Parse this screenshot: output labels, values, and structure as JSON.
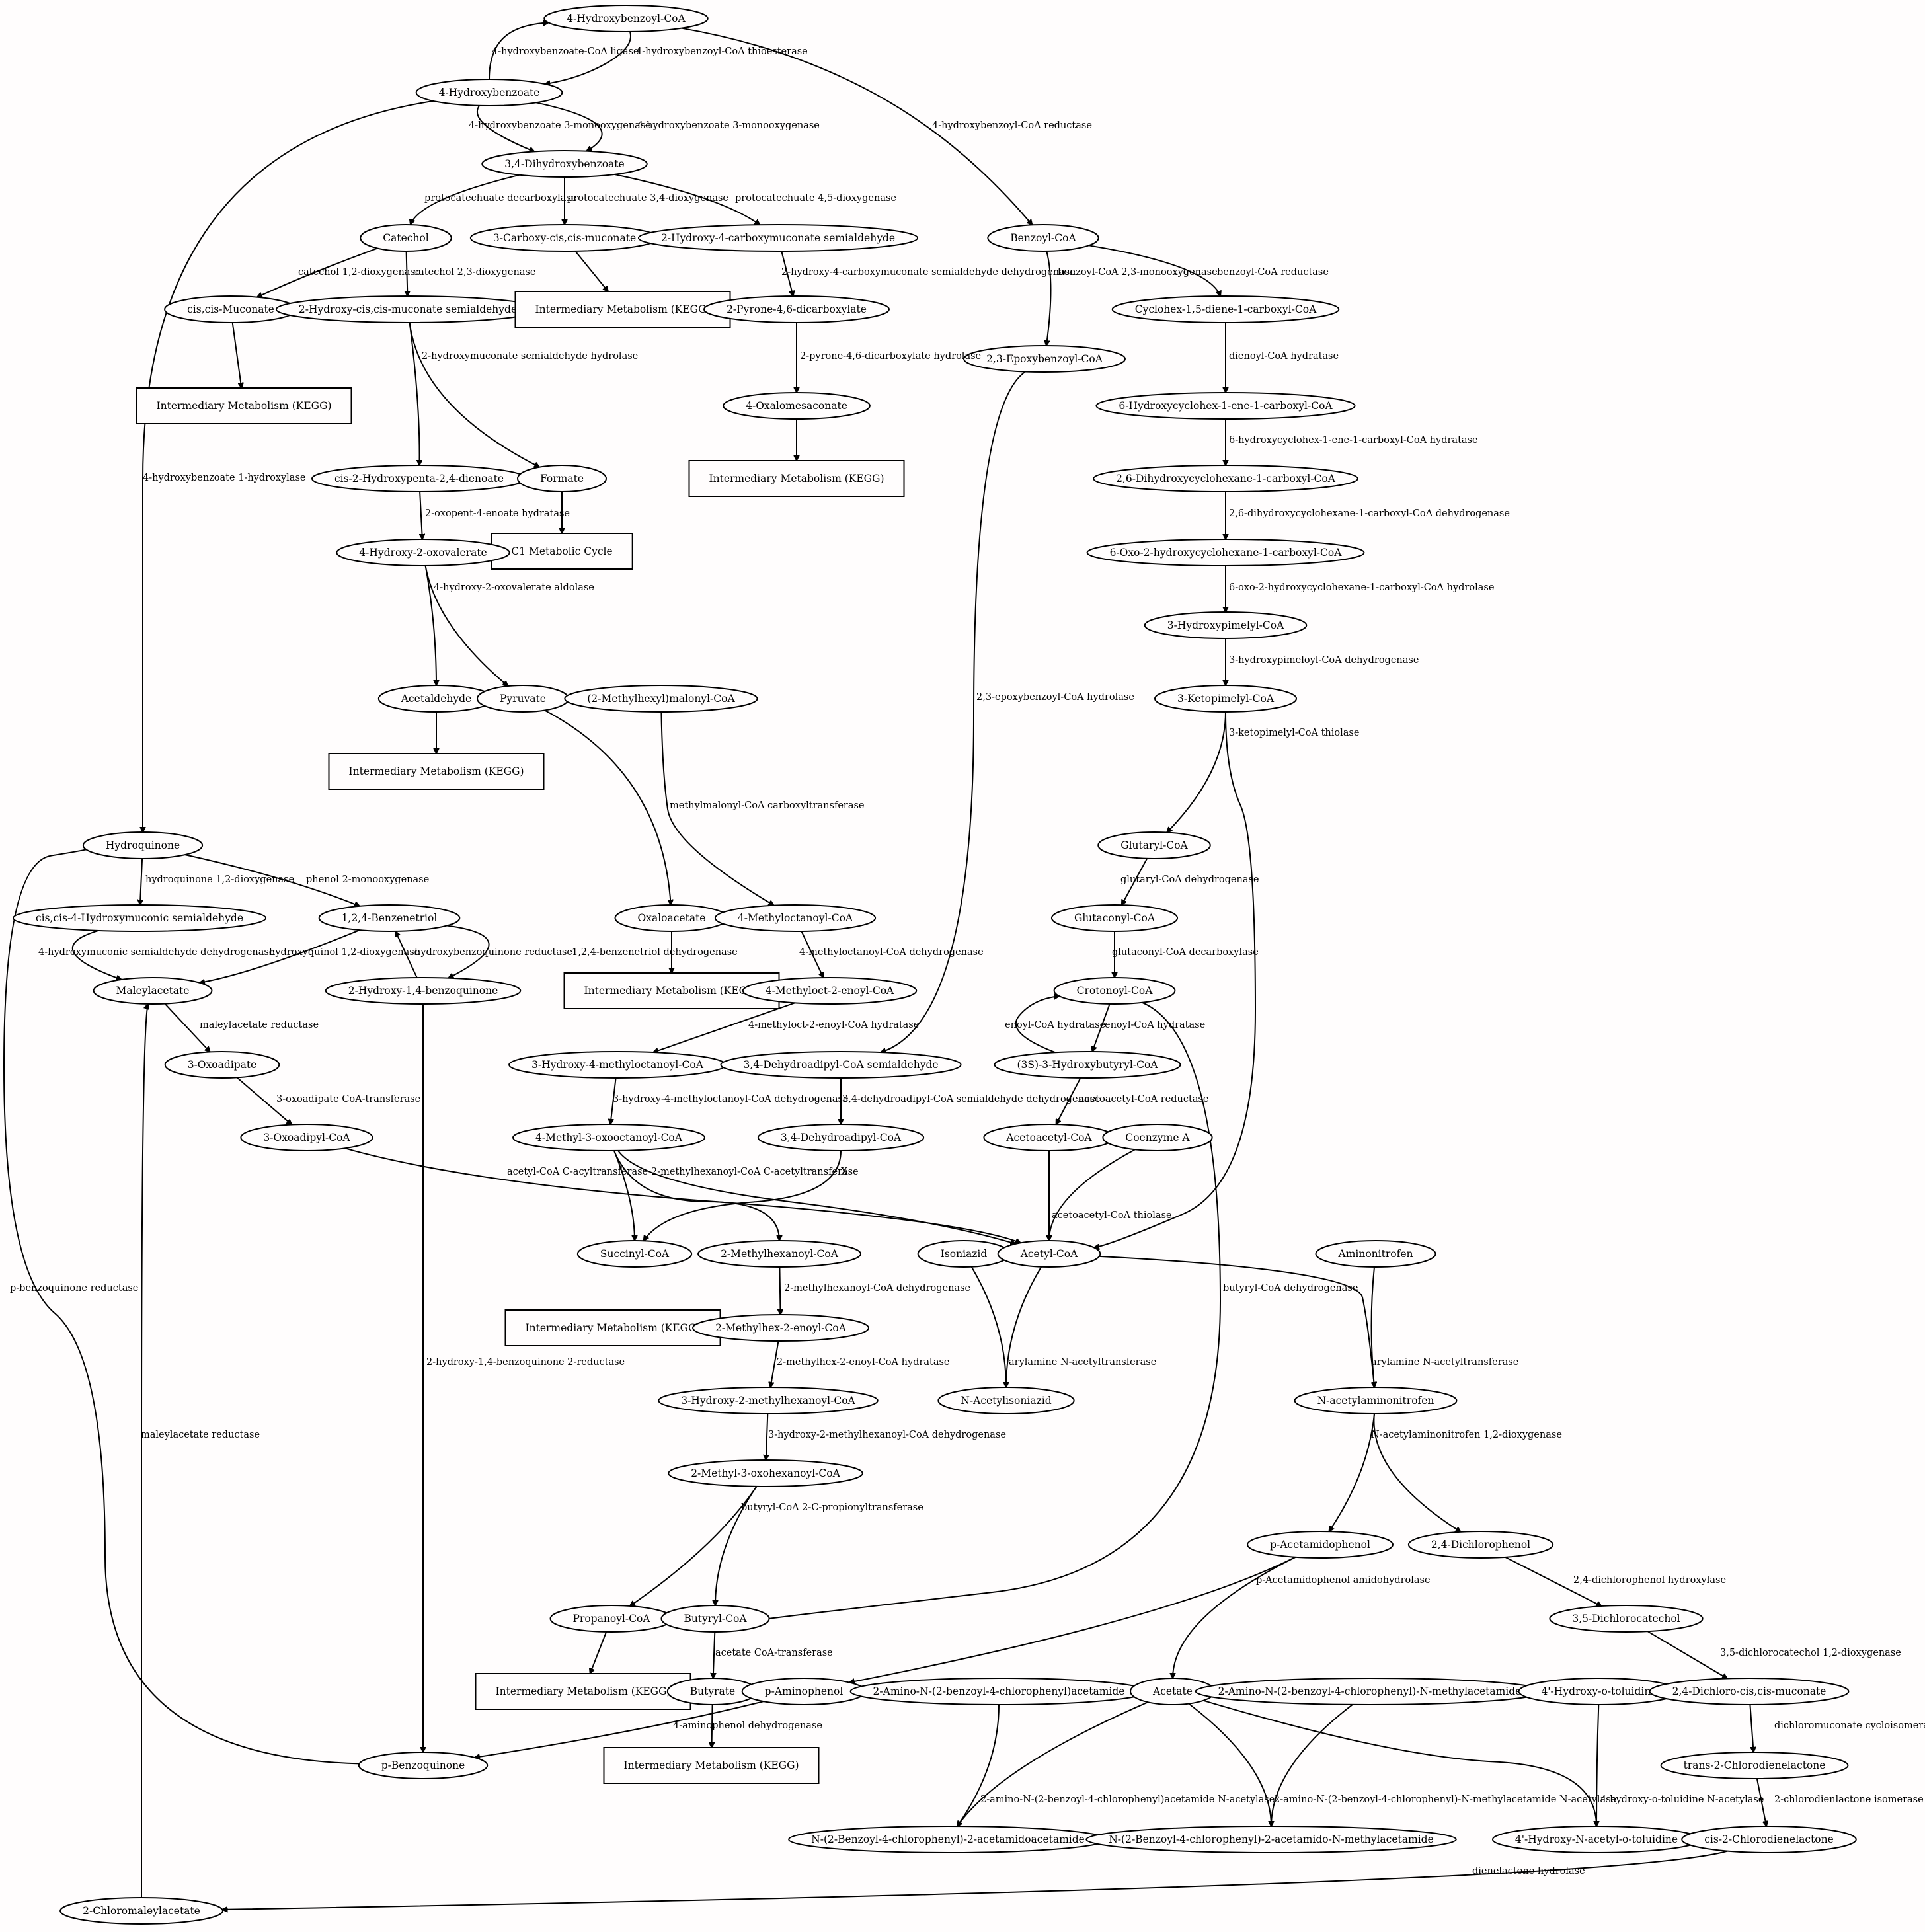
{
  "nodes": {
    "hbcoa": "4-Hydroxybenzoyl-CoA",
    "hb": "4-Hydroxybenzoate",
    "dhb": "3,4-Dihydroxybenzoate",
    "bcoa": "Benzoyl-CoA",
    "catechol": "Catechol",
    "ccm": "3-Carboxy-cis,cis-muconate",
    "hcms": "2-Hydroxy-4-carboxymuconate semialdehyde",
    "ccmuc": "cis,cis-Muconate",
    "hmsa": "2-Hydroxy-cis,cis-muconate semialdehyde",
    "im_ccm": "Intermediary Metabolism (KEGG)",
    "pdc": "2-Pyrone-4,6-dicarboxylate",
    "im_ccmuc": "Intermediary Metabolism (KEGG)",
    "oxm": "4-Oxalomesaconate",
    "im_oxm": "Intermediary Metabolism (KEGG)",
    "cis2hp": "cis-2-Hydroxypenta-2,4-dienoate",
    "formate": "Formate",
    "c1": "C1 Metabolic Cycle",
    "h2ov": "4-Hydroxy-2-oxovalerate",
    "acetaldehyde": "Acetaldehyde",
    "pyruvate": "Pyruvate",
    "mhmcoa": "(2-Methylhexyl)malonyl-CoA",
    "im_acald": "Intermediary Metabolism (KEGG)",
    "epox": "2,3-Epoxybenzoyl-CoA",
    "chdcoa": "Cyclohex-1,5-diene-1-carboxyl-CoA",
    "hchcoa": "6-Hydroxycyclohex-1-ene-1-carboxyl-CoA",
    "dhchcoa": "2,6-Dihydroxycyclohexane-1-carboxyl-CoA",
    "ohchcoa": "6-Oxo-2-hydroxycyclohexane-1-carboxyl-CoA",
    "hpcoa": "3-Hydroxypimelyl-CoA",
    "kpcoa": "3-Ketopimelyl-CoA",
    "hq": "Hydroquinone",
    "cchms": "cis,cis-4-Hydroxymuconic semialdehyde",
    "btriol": "1,2,4-Benzenetriol",
    "oaa": "Oxaloacetate",
    "moct": "4-Methyloctanoyl-CoA",
    "glutcoa": "Glutaryl-CoA",
    "glutacoa": "Glutaconyl-CoA",
    "mala": "Maleylacetate",
    "hbq": "2-Hydroxy-1,4-benzoquinone",
    "im_oaa": "Intermediary Metabolism (KEGG)",
    "moe": "4-Methyloct-2-enoyl-CoA",
    "crot": "Crotonoyl-CoA",
    "oxad": "3-Oxoadipate",
    "hmo": "3-Hydroxy-4-methyloctanoyl-CoA",
    "dhase": "3,4-Dehydroadipyl-CoA semialdehyde",
    "hbut": "(3S)-3-Hydroxybutyryl-CoA",
    "oxadcoa": "3-Oxoadipyl-CoA",
    "mooct": "4-Methyl-3-oxooctanoyl-CoA",
    "dhacoa": "3,4-Dehydroadipyl-CoA",
    "acac": "Acetoacetyl-CoA",
    "coa": "Coenzyme A",
    "succ": "Succinyl-CoA",
    "mhex": "2-Methylhexanoyl-CoA",
    "inh": "Isoniazid",
    "accoa": "Acetyl-CoA",
    "anf": "Aminonitrofen",
    "im_succ": "Intermediary Metabolism (KEGG)",
    "mhexe": "2-Methylhex-2-enoyl-CoA",
    "acinh": "N-Acetylisoniazid",
    "aanf": "N-acetylaminonitrofen",
    "hmhex": "3-Hydroxy-2-methylhexanoyl-CoA",
    "mohex": "2-Methyl-3-oxohexanoyl-CoA",
    "pap": "p-Acetamidophenol",
    "dcp": "2,4-Dichlorophenol",
    "propcoa": "Propanoyl-CoA",
    "butcoa": "Butyryl-CoA",
    "dcc": "3,5-Dichlorocatechol",
    "im_prop": "Intermediary Metabolism (KEGG)",
    "butyrate": "Butyrate",
    "pamp": "p-Aminophenol",
    "abca": "2-Amino-N-(2-benzoyl-4-chlorophenyl)acetamide",
    "acetate": "Acetate",
    "abcma": "2-Amino-N-(2-benzoyl-4-chlorophenyl)-N-methylacetamide",
    "hot": "4'-Hydroxy-o-toluidine",
    "dcmuc": "2,4-Dichloro-cis,cis-muconate",
    "pbq": "p-Benzoquinone",
    "im_but": "Intermediary Metabolism (KEGG)",
    "tcdl": "trans-2-Chlorodienelactone",
    "bcaa": "N-(2-Benzoyl-4-chlorophenyl)-2-acetamidoacetamide",
    "bcama": "N-(2-Benzoyl-4-chlorophenyl)-2-acetamido-N-methylacetamide",
    "haot": "4'-Hydroxy-N-acetyl-o-toluidine",
    "ccdl": "cis-2-Chlorodienelactone",
    "cmala": "2-Chloromaleylacetate"
  },
  "edge_labels": {
    "hbcoa_ligase": "4-hydroxybenzoate-CoA ligase",
    "hbcoa_thioesterase": "4-hydroxybenzoyl-CoA thioesterase",
    "hbcoa_reductase": "4-hydroxybenzoyl-CoA reductase",
    "hb_mono_a": "4-hydroxybenzoate 3-monooxygenase",
    "hb_mono_b": "4-hydroxybenzoate 3-monooxygenase",
    "hb_1hydroxylase": "4-hydroxybenzoate 1-hydroxylase",
    "pca_decarb": "protocatechuate decarboxylase",
    "pca_34": "protocatechuate 3,4-dioxygenase",
    "pca_45": "protocatechuate 4,5-dioxygenase",
    "cat_12": "catechol 1,2-dioxygenase",
    "cat_23": "catechol 2,3-dioxygenase",
    "hcms_dh": "2-hydroxy-4-carboxymuconate semialdehyde dehydrogenase",
    "pdc_hydrolase": "2-pyrone-4,6-dicarboxylate hydrolase",
    "hmsa_hydrolase": "2-hydroxymuconate semialdehyde hydrolase",
    "oxopent_hydratase": "2-oxopent-4-enoate hydratase",
    "h2ov_aldolase": "4-hydroxy-2-oxovalerate aldolase",
    "mmcoa_ct": "methylmalonyl-CoA carboxyltransferase",
    "bcoa_mono": "benzoyl-CoA 2,3-monooxygenase",
    "bcoa_red": "benzoyl-CoA reductase",
    "dienoyl_hyd": "dienoyl-CoA hydratase",
    "hch_hyd": "6-hydroxycyclohex-1-ene-1-carboxyl-CoA hydratase",
    "dhch_dh": "2,6-dihydroxycyclohexane-1-carboxyl-CoA dehydrogenase",
    "ohch_hyd": "6-oxo-2-hydroxycyclohexane-1-carboxyl-CoA hydrolase",
    "hp_dh": "3-hydroxypimeloyl-CoA dehydrogenase",
    "kp_thiolase": "3-ketopimelyl-CoA thiolase",
    "epox_hydrolase": "2,3-epoxybenzoyl-CoA hydrolase",
    "hq_12": "hydroquinone 1,2-dioxygenase",
    "phenol_mono": "phenol 2-monooxygenase",
    "hms_dh": "4-hydroxymuconic semialdehyde dehydrogenase",
    "hq_diox": "hydroxyquinol 1,2-dioxygenase",
    "hbq_red": "hydroxybenzoquinone reductase",
    "btriol_dh": "1,2,4-benzenetriol dehydrogenase",
    "moct_dh": "4-methyloctanoyl-CoA dehydrogenase",
    "glut_dh": "glutaryl-CoA dehydrogenase",
    "glutac_decarb": "glutaconyl-CoA decarboxylase",
    "mala_red": "maleylacetate reductase",
    "moe_hyd": "4-methyloct-2-enoyl-CoA hydratase",
    "enoyl_a": "enoyl-CoA hydratase",
    "enoyl_b": "enoyl-CoA hydratase",
    "oxad_ct": "3-oxoadipate CoA-transferase",
    "hmo_dh": "3-hydroxy-4-methyloctanoyl-CoA dehydrogenase",
    "dhase_dh": "3,4-dehydroadipyl-CoA semialdehyde dehydrogenase",
    "acac_red": "acetoacetyl-CoA reductase",
    "acetyl_acyl": "acetyl-CoA C-acyltransferase",
    "mhex_acet": "2-methylhexanoyl-CoA C-acetyltransferase",
    "x": "X",
    "acac_thiolase": "acetoacetyl-CoA thiolase",
    "butcoa_dh": "butyryl-CoA dehydrogenase",
    "pbq_red": "p-benzoquinone reductase",
    "mhex_dh": "2-methylhexanoyl-CoA dehydrogenase",
    "hbq_2red": "2-hydroxy-1,4-benzoquinone 2-reductase",
    "nat_a": "arylamine N-acetyltransferase",
    "nat_b": "arylamine N-acetyltransferase",
    "mhexe_hyd": "2-methylhex-2-enoyl-CoA hydratase",
    "aanf_diox": "N-acetylaminonitrofen 1,2-dioxygenase",
    "hmhex_dh": "3-hydroxy-2-methylhexanoyl-CoA dehydrogenase",
    "mala_red2": "maleylacetate reductase",
    "butcoa_prop": "butyryl-CoA 2-C-propionyltransferase",
    "pap_amido": "p-Acetamidophenol amidohydrolase",
    "dcp_hydrox": "2,4-dichlorophenol hydroxylase",
    "acetate_ct": "acetate CoA-transferase",
    "dcc_diox": "3,5-dichlorocatechol 1,2-dioxygenase",
    "amp_dh": "4-aminophenol dehydrogenase",
    "dcm_cyclo": "dichloromuconate cycloisomerase",
    "abca_nat": "2-amino-N-(2-benzoyl-4-chlorophenyl)acetamide N-acetylase",
    "abcma_nat": "2-amino-N-(2-benzoyl-4-chlorophenyl)-N-methylacetamide N-acetylase",
    "hot_nat": "4-hydroxy-o-toluidine N-acetylase",
    "cdl_iso": "2-chlorodienlactone isomerase",
    "dienelactone_hyd": "dienelactone hydrolase"
  }
}
